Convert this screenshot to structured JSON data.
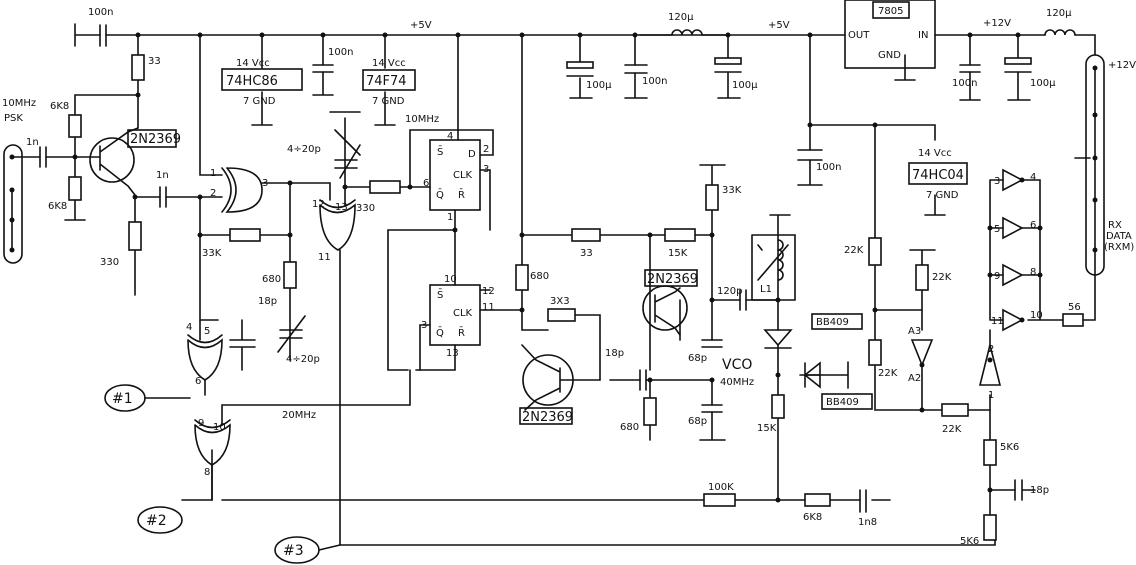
{
  "labels": {
    "c_in_top": "100n",
    "rail_5v_a": "+5V",
    "r_33_col": "33",
    "hc86_vcc": "14 Vcc",
    "hc86_name": "74HC86",
    "hc86_gnd": "7 GND",
    "c_100n_a": "100n",
    "f74_vcc": "14 Vcc",
    "f74_name": "74F74",
    "f74_gnd": "7 GND",
    "in_freq": "10MHz",
    "in_mod": "PSK",
    "r_6k8_top": "6K8",
    "r_6k8_bot": "6K8",
    "q1_name": "2N2369",
    "c_1n_in": "1n",
    "c_1n_out": "1n",
    "trim_a": "4÷20p",
    "ff_10mhz": "10MHz",
    "ff1_p4": "4",
    "ff1_s": "S̄",
    "ff1_d": "D",
    "ff1_p2": "2",
    "ff1_clk": "CLK",
    "ff1_p3": "3",
    "ff1_p6": "6",
    "ff1_q": "Q̄",
    "ff1_r": "R̄",
    "ff1_p1": "1",
    "x1_p1": "1",
    "x1_p2": "2",
    "x1_p3": "3",
    "x2_p12": "12",
    "x2_p13": "13",
    "x2_p11": "11",
    "r_330_ff": "330",
    "r_33k_fb": "33K",
    "r_680_a": "680",
    "r_330_em": "330",
    "ff2_p10": "10",
    "ff2_s": "S̄",
    "ff2_p12": "12",
    "ff2_clk": "CLK",
    "ff2_p11": "11",
    "ff2_p3": "3",
    "ff2_q": "Q̄",
    "ff2_r": "R̄",
    "ff2_p13": "13",
    "r_680_b": "680",
    "r_33_b": "33",
    "r_15k_a": "15K",
    "r_33k_b": "33K",
    "q2_name": "2N2369",
    "r_3x3": "3X3",
    "c_18p_a": "18p",
    "trim_b": "4÷20p",
    "x3_p4": "4",
    "x3_p5": "5",
    "x3_p6": "6",
    "tp1": "#1",
    "f_20mhz": "20MHz",
    "x4_p9": "9",
    "x4_p10": "10",
    "x4_p8": "8",
    "tp2": "#2",
    "tp3": "#3",
    "c_18p_b": "18p",
    "r_680_c": "680",
    "q3_name": "2N2369",
    "c_68p_a": "68p",
    "vco": "VCO",
    "vco_freq": "40MHz",
    "c_68p_b": "68p",
    "r_15k_b": "15K",
    "c_120p": "120p",
    "l1": "L1",
    "d1": "BB409",
    "d2": "BB409",
    "r_100k": "100K",
    "r_6k8_c": "6K8",
    "c_1n8": "1n8",
    "l_120u_a": "120µ",
    "rail_5v_b": "+5V",
    "reg_name": "7805",
    "reg_out": "OUT",
    "reg_in": "IN",
    "reg_gnd": "GND",
    "rail_12v": "+12V",
    "l_120u_b": "120µ",
    "c_100n_r": "100n",
    "c_100u_r": "100µ",
    "conn_12v": "+12V",
    "c_100u_a": "100µ",
    "c_100n_b": "100n",
    "c_100u_b": "100µ",
    "c_100n_c": "100n",
    "hc04_vcc": "14 Vcc",
    "hc04_name": "74HC04",
    "hc04_gnd": "7 GND",
    "i1_in": "3",
    "i1_out": "4",
    "i2_in": "5",
    "i2_out": "6",
    "i3_in": "9",
    "i3_out": "8",
    "i4_in": "11",
    "i4_out": "10",
    "r_56": "56",
    "rx1": "RX",
    "rx2": "DATA",
    "rx3": "(RXM)",
    "r_22k_a": "22K",
    "r_22k_b": "22K",
    "r_22k_c": "22K",
    "a3": "A3",
    "a2": "A2",
    "r_22k_d": "22K",
    "i5_p2": "2",
    "i5_p1": "1",
    "r_5k6_a": "5K6",
    "c_18p_c": "18p",
    "r_5k6_b": "5K6"
  }
}
